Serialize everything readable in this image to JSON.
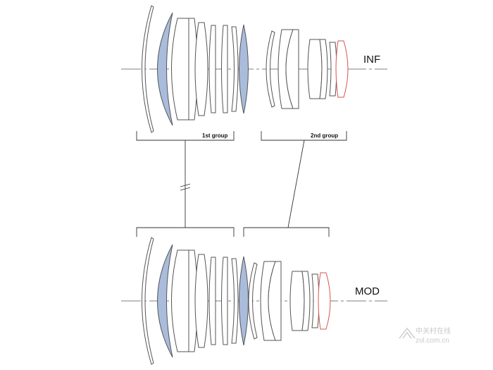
{
  "diagram": {
    "state_labels": {
      "infinity": "INF",
      "minimum": "MOD"
    },
    "group_labels": {
      "first": "1st group",
      "second": "2nd group"
    },
    "colors": {
      "highlight_blue": "#a9bcdc",
      "highlight_red": "#d9534f",
      "outline": "#555555"
    }
  },
  "watermark": {
    "cn": "中关村在线",
    "site": "zol.com.cn"
  }
}
